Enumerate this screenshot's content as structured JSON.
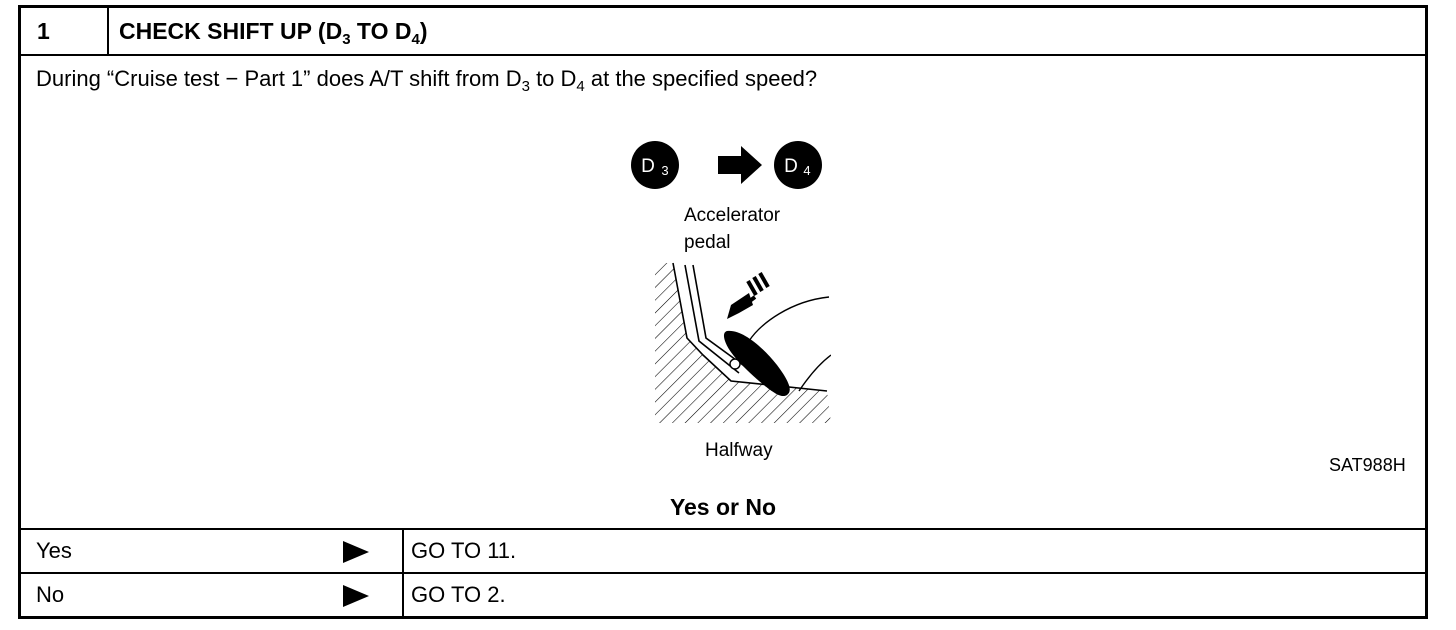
{
  "header": {
    "step_number": "1",
    "title_prefix": "CHECK SHIFT UP (D",
    "title_sub1": "3",
    "title_mid": " TO D",
    "title_sub2": "4",
    "title_suffix": ")"
  },
  "question": {
    "part1": "During “Cruise test − Part 1” does A/T shift from D",
    "sub1": "3",
    "part2": " to D",
    "sub2": "4",
    "part3": " at the specified speed?"
  },
  "figure": {
    "from_gear_letter": "D",
    "from_gear_sub": "3",
    "to_gear_letter": "D",
    "to_gear_sub": "4",
    "label_line1": "Accelerator",
    "label_line2": "pedal",
    "caption": "Halfway",
    "code": "SAT988H"
  },
  "prompt": "Yes or No",
  "answers": [
    {
      "label": "Yes",
      "action": "GO TO 11."
    },
    {
      "label": "No",
      "action": "GO TO 2."
    }
  ]
}
